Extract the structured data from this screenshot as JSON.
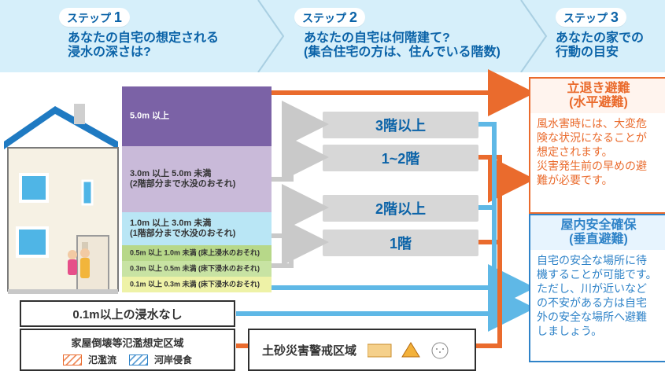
{
  "header": {
    "steps": [
      {
        "label_prefix": "ステップ",
        "label_num": "1",
        "title": "あなたの自宅の想定される\n浸水の深さは?"
      },
      {
        "label_prefix": "ステップ",
        "label_num": "2",
        "title": "あなたの自宅は何階建て?\n(集合住宅の方は、住んでいる階数)"
      },
      {
        "label_prefix": "ステップ",
        "label_num": "3",
        "title": "あなたの家での\n行動の目安"
      }
    ]
  },
  "depth_bands": [
    {
      "label": "5.0m 以上"
    },
    {
      "label": "3.0m 以上 5.0m 未満\n(2階部分まで水没のおそれ)"
    },
    {
      "label": "1.0m 以上 3.0m 未満\n(1階部分まで水没のおそれ)"
    },
    {
      "label": "0.5m 以上 1.0m 未満 (床上浸水のおそれ)"
    },
    {
      "label": "0.3m 以上 0.5m 未満 (床下浸水のおそれ)"
    },
    {
      "label": "0.1m 以上 0.3m 未満 (床下浸水のおそれ)"
    }
  ],
  "floors": {
    "f1": "3階以上",
    "f2": "1~2階",
    "f3": "2階以上",
    "f4": "1階"
  },
  "bottom": {
    "no_flood": "0.1m以上の浸水なし",
    "legend_title": "家屋倒壊等氾濫想定区域",
    "legend_items": [
      {
        "label": "氾濫流",
        "color": "orange"
      },
      {
        "label": "河岸侵食",
        "color": "blue"
      }
    ],
    "landslide": "土砂災害警戒区域"
  },
  "right": {
    "evac_title": "立退き避難\n(水平避難)",
    "evac_body": "風水害時には、大変危\n険な状況になることが\n想定されます。\n災害発生前の早めの避\n難が必要です。",
    "shelter_title": "屋内安全確保\n(垂直避難)",
    "shelter_body": "自宅の安全な場所に待\n機することが可能です。\nただし、川が近いなど\nの不安がある方は自宅\n外の安全な場所へ避難\nしましょう。"
  }
}
